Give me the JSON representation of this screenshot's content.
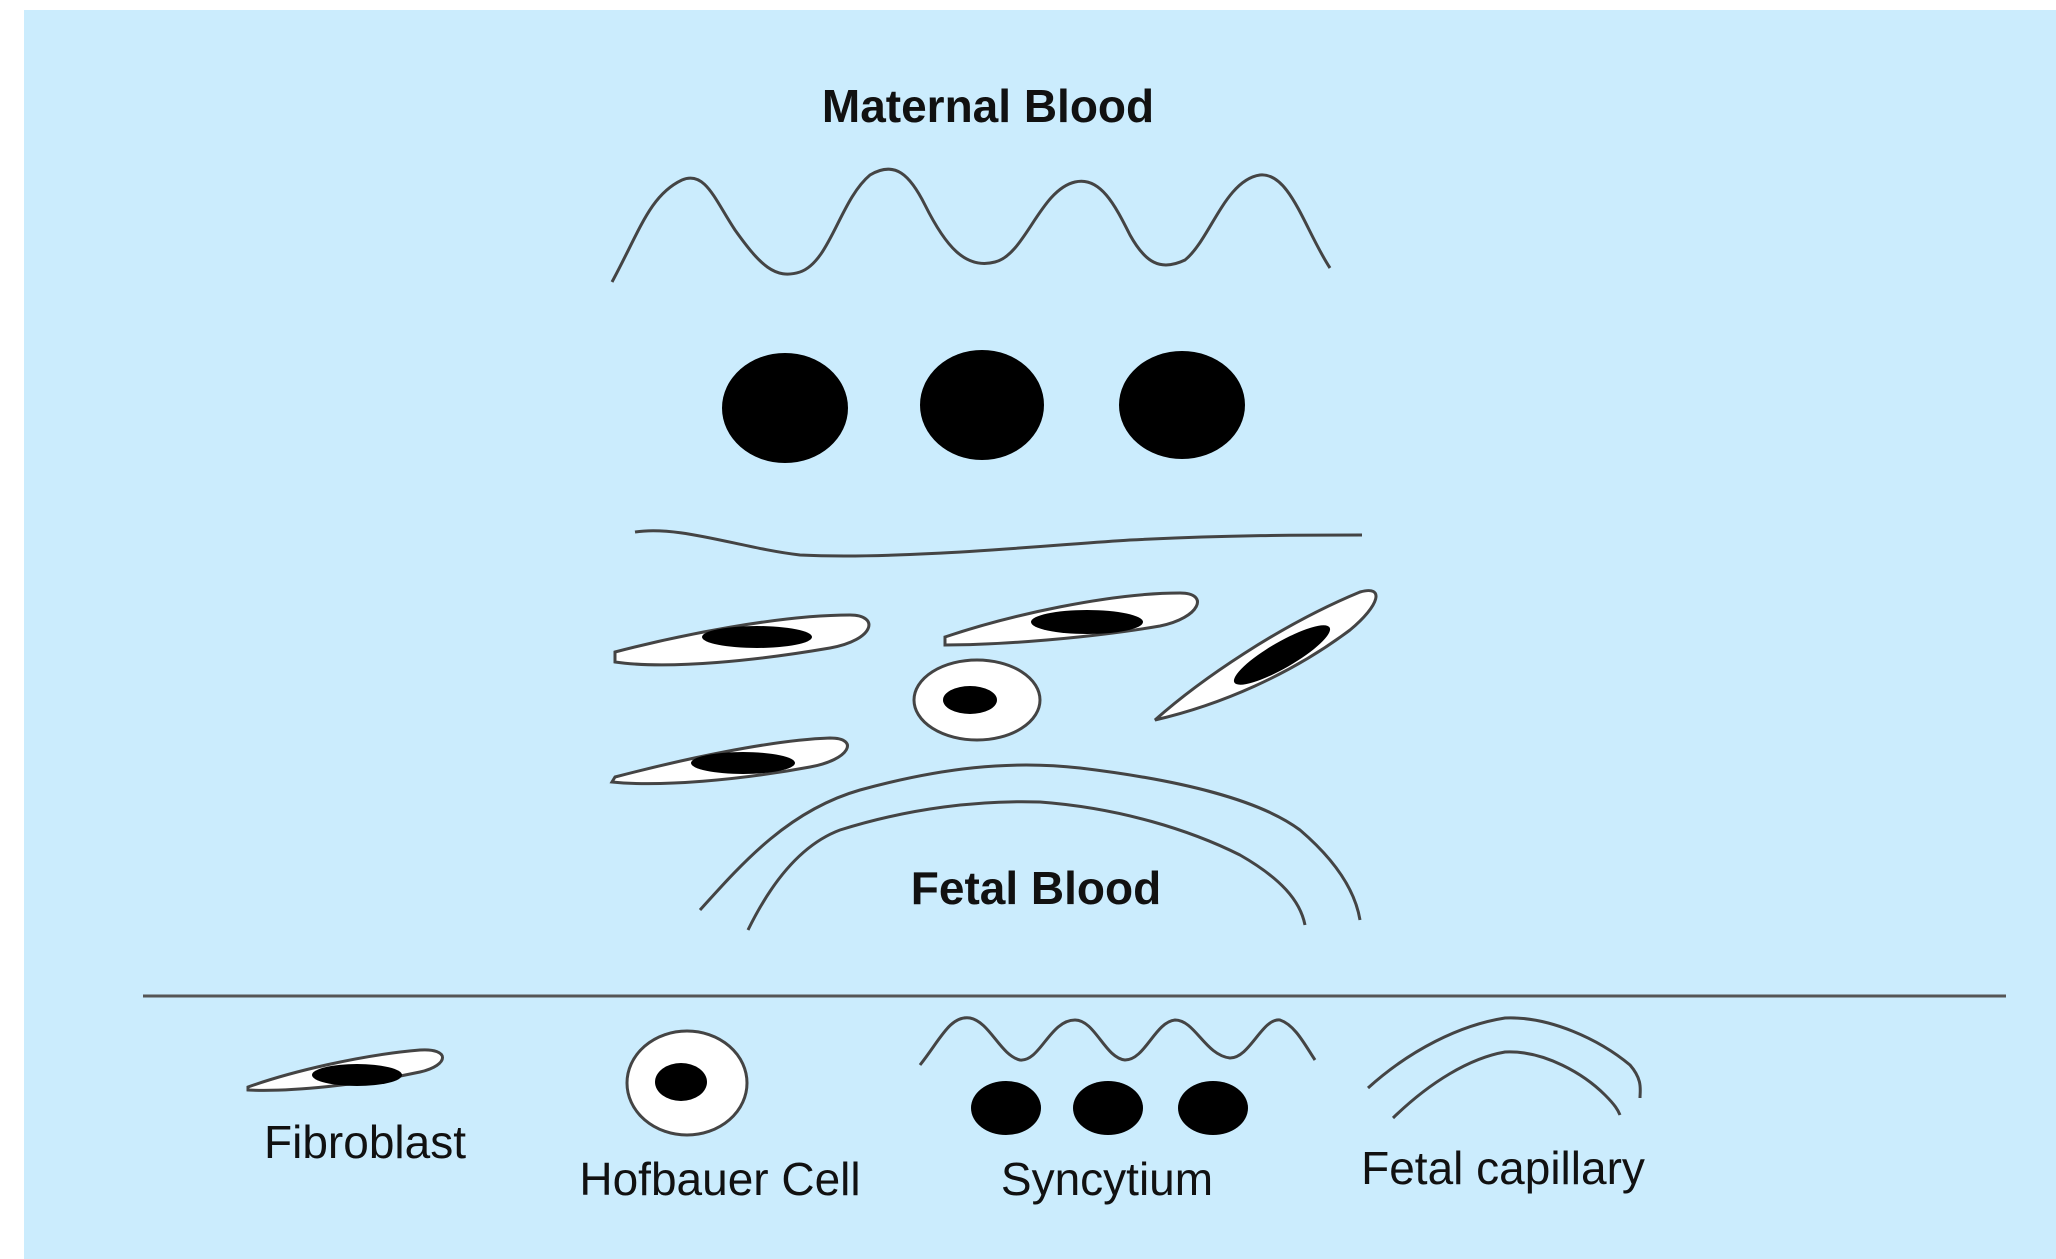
{
  "diagram": {
    "title_top": "Maternal Blood",
    "title_bottom": "Fetal Blood",
    "legend": {
      "fibroblast": "Fibroblast",
      "hofbauer": "Hofbauer Cell",
      "syncytium": "Syncytium",
      "capillary": "Fetal capillary"
    }
  },
  "colors": {
    "background": "#cbecfd",
    "outline": "#444444",
    "nucleus": "#000000",
    "cell_body": "#ffffff"
  }
}
